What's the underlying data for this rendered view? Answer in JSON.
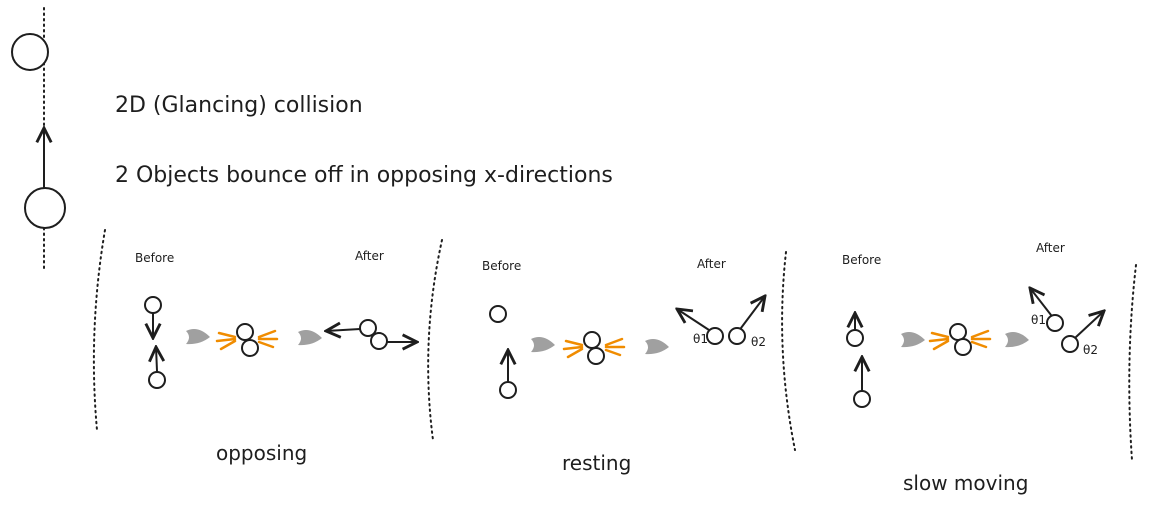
{
  "title": "2D (Glancing) collision",
  "subtitle": "2 Objects bounce off in opposing x-directions",
  "panels": [
    {
      "before": "Before",
      "after": "After",
      "caption": "opposing"
    },
    {
      "before": "Before",
      "after": "After",
      "caption": "resting",
      "theta1": "θ1",
      "theta2": "θ2"
    },
    {
      "before": "Before",
      "after": "After",
      "caption": "slow moving",
      "theta1": "θ1",
      "theta2": "θ2"
    }
  ],
  "colors": {
    "stroke": "#1e1e1e",
    "impact": "#f08c00",
    "transition_arrow": "#a0a0a0"
  }
}
